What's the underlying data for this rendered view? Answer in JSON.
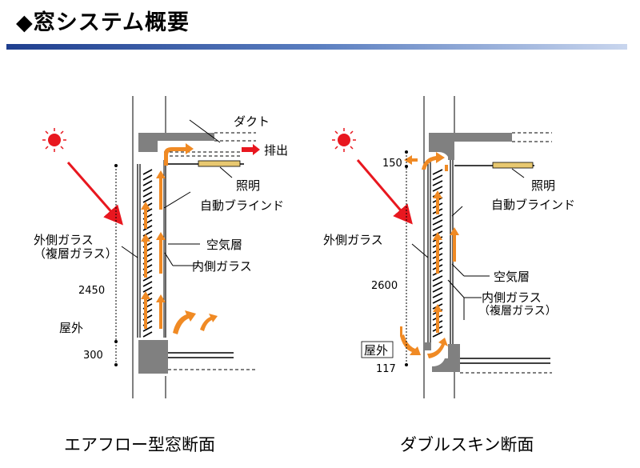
{
  "page": {
    "title": "◆窓システム概要",
    "accent_colors": {
      "title_bar": "#1f3f8f",
      "arrow_air": "#f08a24",
      "arrow_sun": "#e8171f",
      "sun": "#e8171f",
      "blind": "#e8c870"
    }
  },
  "left": {
    "labels": {
      "duct": "ダクト",
      "exhaust": "排出",
      "lighting": "照明",
      "blind": "自動ブラインド",
      "outer_glass": "外側ガラス",
      "outer_glass_note": "（複層ガラス）",
      "air_layer": "空気層",
      "inner_glass": "内側ガラス",
      "outdoor": "屋外",
      "dim_height": "2450",
      "dim_bottom": "300"
    },
    "caption": "エアフロー型窓断面"
  },
  "right": {
    "labels": {
      "dim_top": "150",
      "lighting": "照明",
      "blind": "自動ブラインド",
      "outer_glass": "外側ガラス",
      "air_layer": "空気層",
      "inner_glass": "内側ガラス",
      "inner_glass_note": "（複層ガラス）",
      "dim_height": "2600",
      "outdoor": "屋外",
      "dim_bottom": "117"
    },
    "caption": "ダブルスキン断面"
  }
}
